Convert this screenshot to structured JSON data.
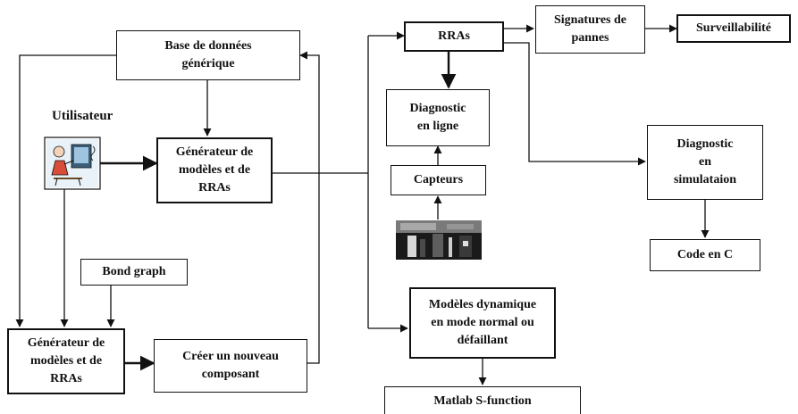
{
  "nodes": {
    "base_donnees": "Base de données\ngénérique",
    "generateur_main": "Générateur de\nmodèles et de\nRRAs",
    "bond_graph": "Bond graph",
    "generateur_bottom": "Générateur de\nmodèles et de\nRRAs",
    "creer_composant": "Créer un nouveau\ncomposant",
    "rras": "RRAs",
    "signatures": "Signatures de\npannes",
    "surveillabilite": "Surveillabilité",
    "diagnostic_ligne": "Diagnostic\nen ligne",
    "capteurs": "Capteurs",
    "diagnostic_simulation": "Diagnostic\nen\nsimulataion",
    "code_c": "Code en C",
    "modeles_dynamique": "Modèles dynamique\nen mode normal ou\ndéfaillant",
    "matlab": "Matlab S-function"
  },
  "labels": {
    "utilisateur": "Utilisateur"
  },
  "images": {
    "user_icon": "person-at-computer-icon",
    "process_photo": "industrial-process-photo"
  }
}
